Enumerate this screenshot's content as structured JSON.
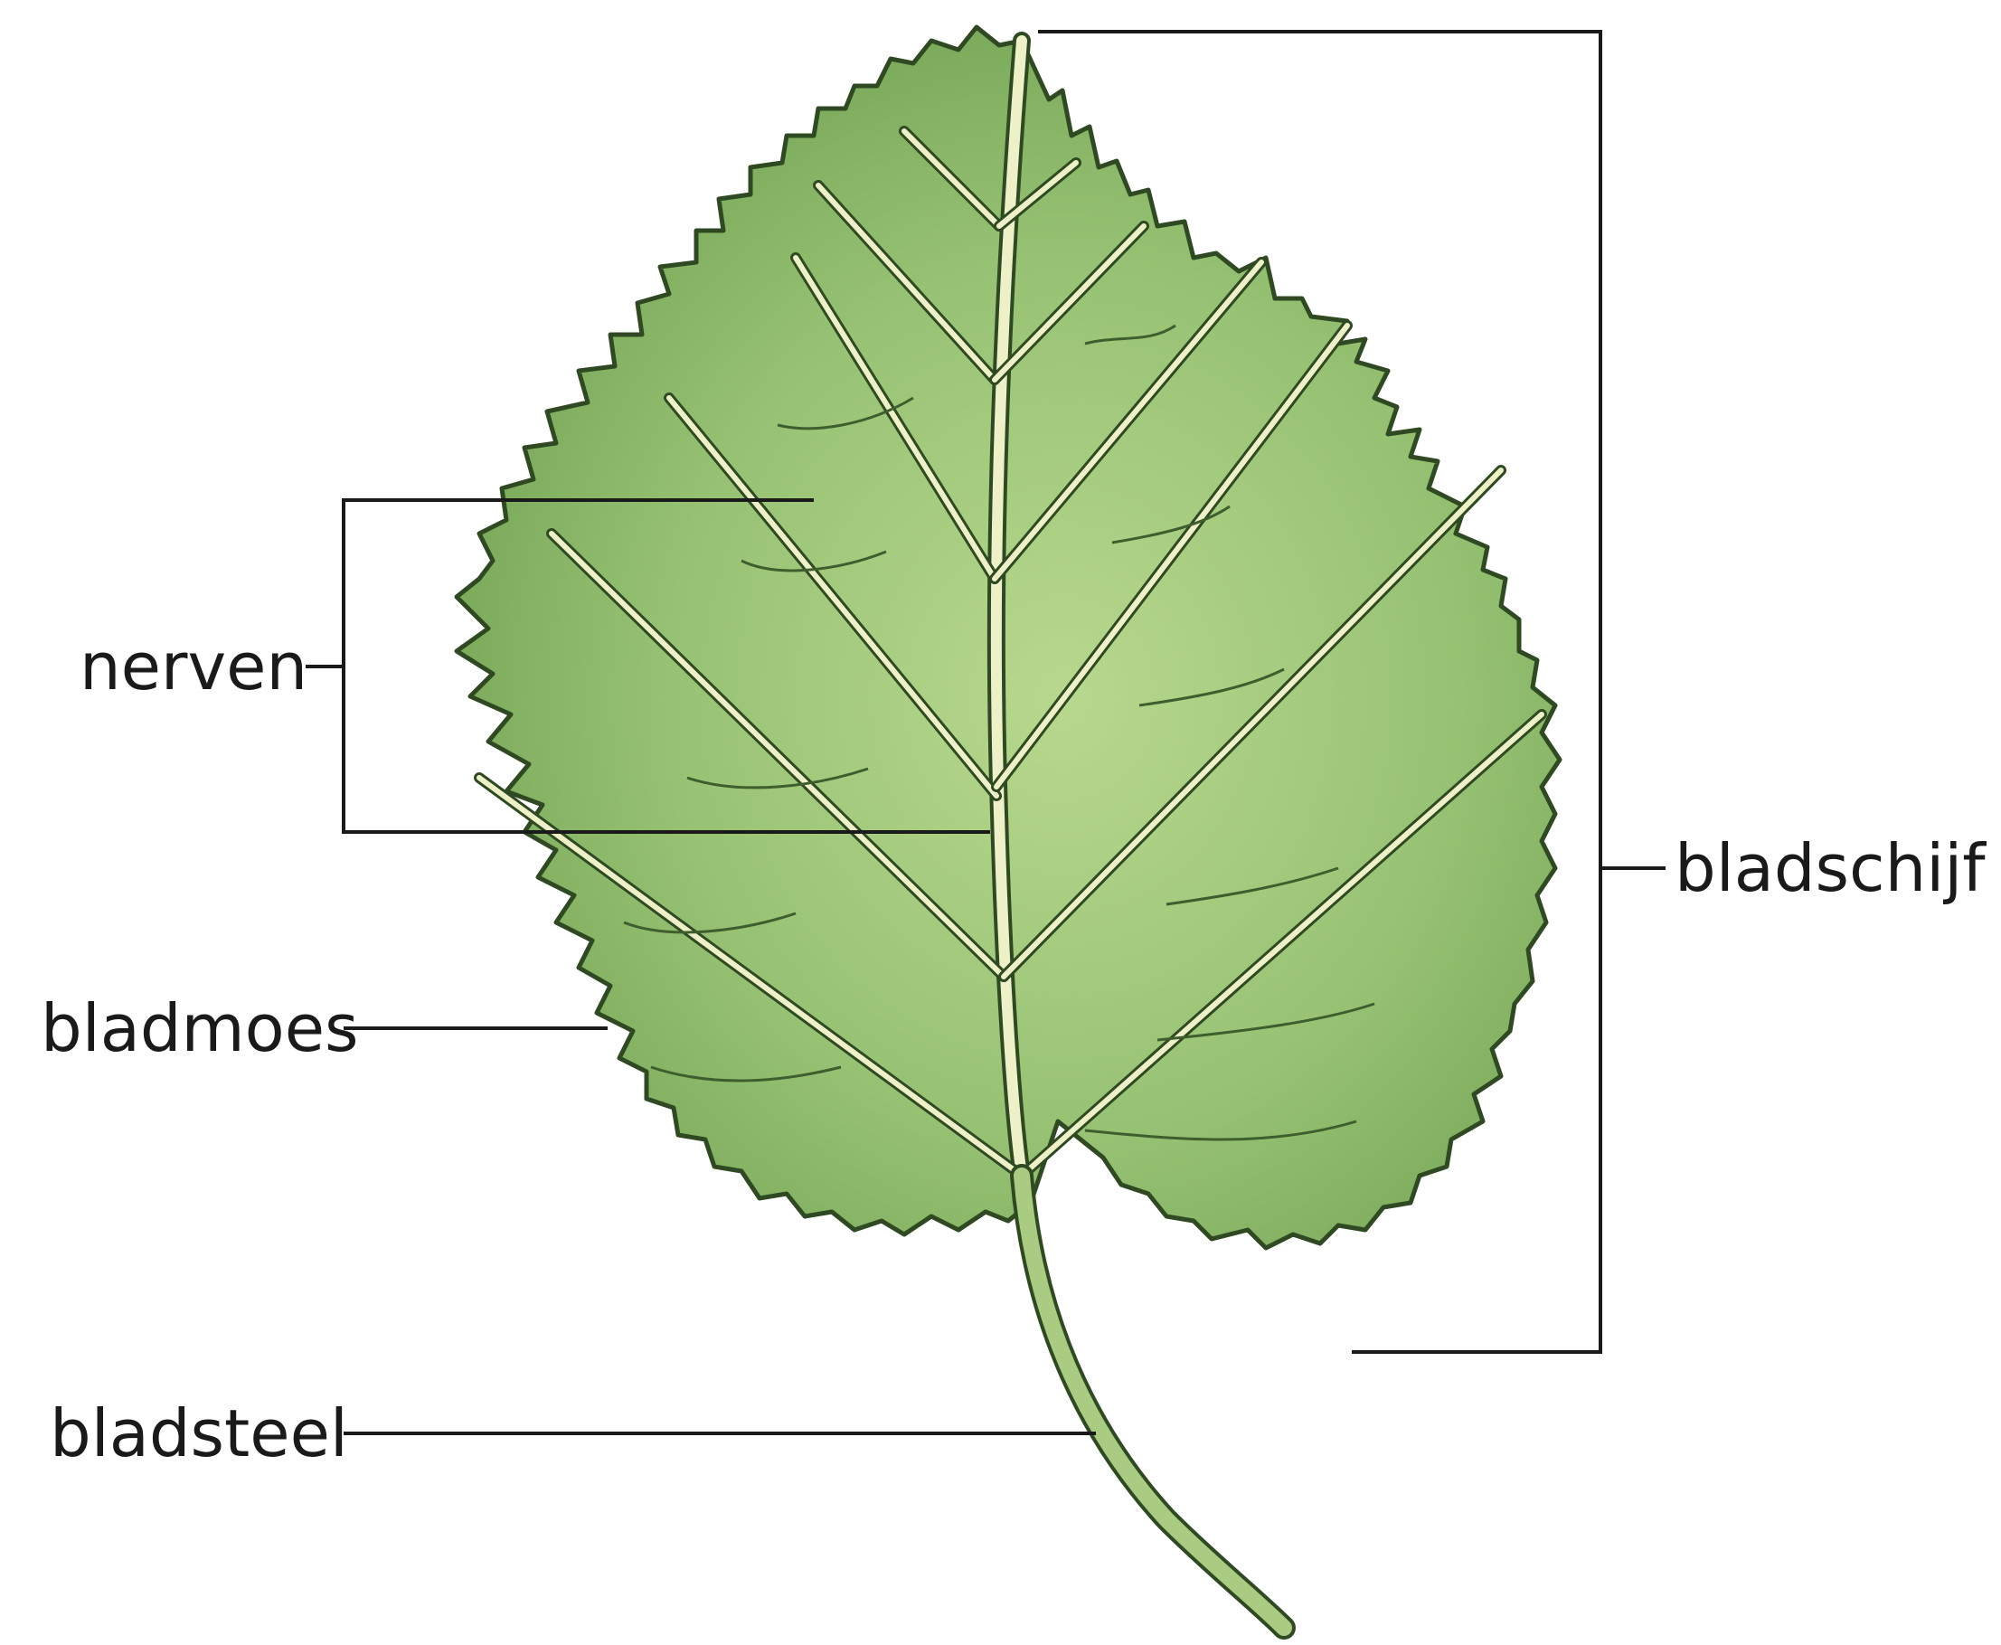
{
  "labels": {
    "nerven": "nerven",
    "bladmoes": "bladmoes",
    "bladsteel": "bladsteel",
    "bladschijf": "bladschijf"
  },
  "colors": {
    "leaf_fill": "#8cb86a",
    "leaf_light": "#b8d88e",
    "leaf_dark": "#5f8f45",
    "outline": "#2f4a22",
    "vein": "#eef1c8",
    "line": "#1a1a1a"
  }
}
